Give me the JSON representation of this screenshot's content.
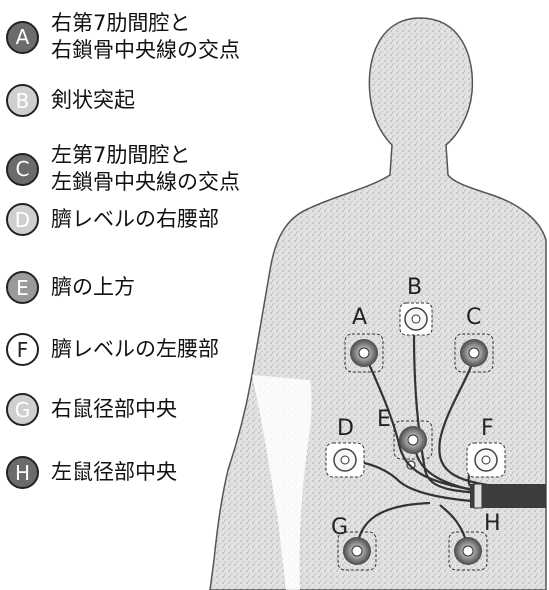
{
  "legend": [
    {
      "letter": "A",
      "text": [
        "右第7肋間腔と",
        "右鎖骨中央線の交点"
      ],
      "shade": "dark"
    },
    {
      "letter": "B",
      "text": [
        "剣状突起"
      ],
      "shade": "light"
    },
    {
      "letter": "C",
      "text": [
        "左第7肋間腔と",
        "左鎖骨中央線の交点"
      ],
      "shade": "dark"
    },
    {
      "letter": "D",
      "text": [
        "臍レベルの右腰部"
      ],
      "shade": "light"
    },
    {
      "letter": "E",
      "text": [
        "臍の上方"
      ],
      "shade": "mid"
    },
    {
      "letter": "F",
      "text": [
        "臍レベルの左腰部"
      ],
      "shade": "white"
    },
    {
      "letter": "G",
      "text": [
        "右鼠径部中央"
      ],
      "shade": "light"
    },
    {
      "letter": "H",
      "text": [
        "左鼠径部中央"
      ],
      "shade": "dark"
    }
  ],
  "figure_labels": [
    "A",
    "B",
    "C",
    "D",
    "E",
    "F",
    "G",
    "H"
  ]
}
